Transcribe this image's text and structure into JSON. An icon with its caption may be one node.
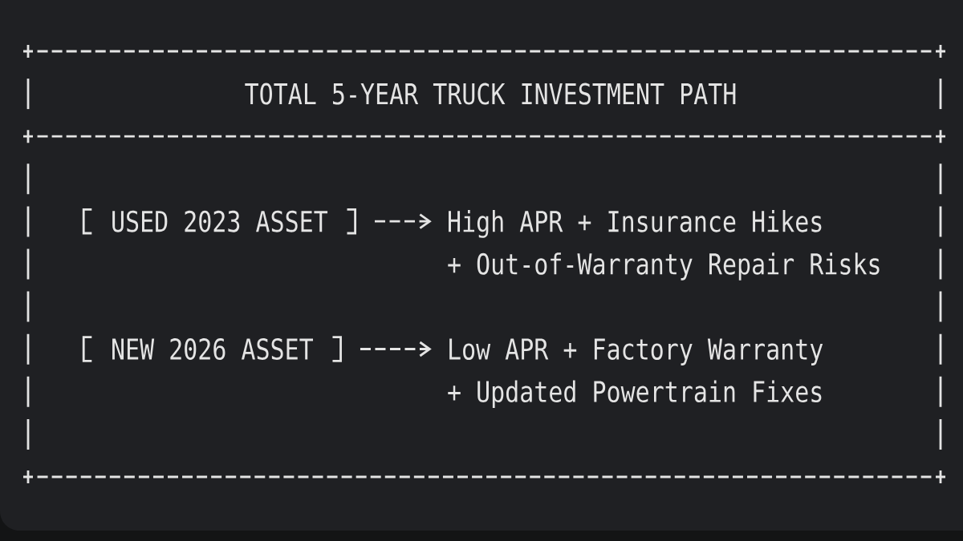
{
  "diagram": {
    "nodes": [
      {
        "text": [
          "TOTAL 5-YEAR TRUCK INVESTMENT PATH"
        ]
      },
      {
        "text": [
          "USED 2023 ASSET"
        ],
        "in": 0
      },
      {
        "text": [
          "High APR + Insurance Hikes + Out-of-Warranty Repair Risks"
        ],
        "in": 0
      },
      {
        "text": [
          "NEW 2026 ASSET"
        ],
        "in": 0
      },
      {
        "text": [
          "Low APR + Factory Warranty + Updated Powertrain Fixes"
        ],
        "in": 0
      }
    ],
    "edges": [
      {
        "from": 1,
        "to": 2,
        "arrow": "to"
      },
      {
        "from": 3,
        "to": 4,
        "arrow": "to"
      }
    ]
  }
}
